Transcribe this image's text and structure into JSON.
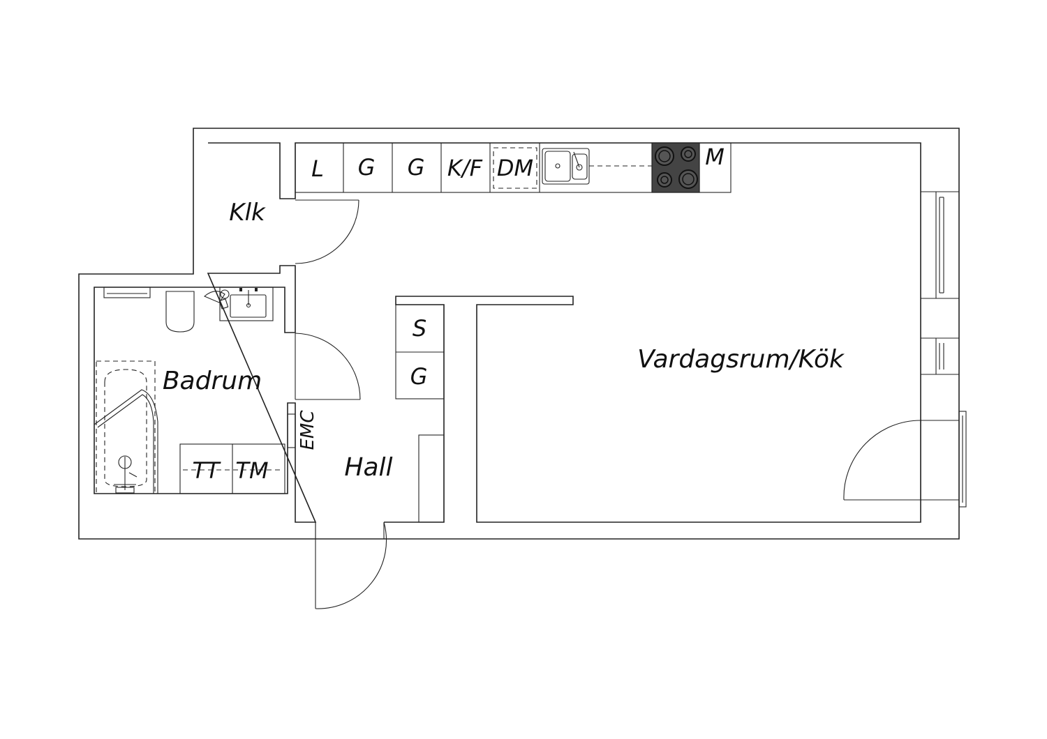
{
  "rooms": {
    "klk": "Klk",
    "badrum": "Badrum",
    "hall": "Hall",
    "vardagsrum_kok": "Vardagsrum/Kök"
  },
  "kitchen": {
    "l": "L",
    "g1": "G",
    "g2": "G",
    "kf": "K/F",
    "dm": "DM",
    "m": "M"
  },
  "hall_units": {
    "s": "S",
    "g": "G",
    "emc": "EMC"
  },
  "bath_units": {
    "tt": "TT",
    "tm": "TM"
  }
}
